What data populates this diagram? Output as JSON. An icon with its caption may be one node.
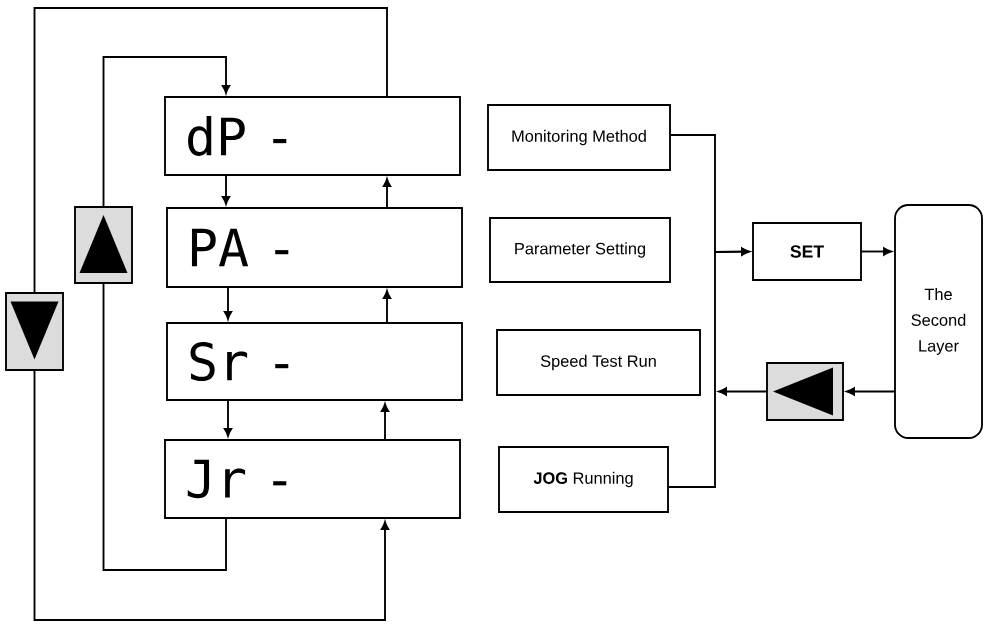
{
  "diagram": {
    "nodes": [
      {
        "text": [
          "dP -"
        ]
      },
      {
        "text": [
          "PA -"
        ]
      },
      {
        "text": [
          "Sr -"
        ]
      },
      {
        "text": [
          "Jr -"
        ]
      },
      {
        "text": [
          "Monitoring Method"
        ]
      },
      {
        "text": [
          "Parameter Setting"
        ]
      },
      {
        "text": [
          "Speed Test Run"
        ]
      },
      {
        "text": [
          "**JOG** Running"
        ]
      },
      {
        "text": [
          "SET"
        ]
      },
      {
        "text": [
          "The Second Layer"
        ]
      },
      {
        "text": [],
        "shape": "box"
      },
      {
        "text": [],
        "shape": "box"
      },
      {
        "text": [],
        "shape": "box"
      }
    ],
    "edges": [
      {
        "from": 0,
        "to": 1,
        "arrow": "to"
      },
      {
        "from": 1,
        "to": 2,
        "arrow": "to"
      },
      {
        "from": 2,
        "to": 3,
        "arrow": "to"
      },
      {
        "from": 1,
        "to": 0,
        "arrow": "to"
      },
      {
        "from": 2,
        "to": 1,
        "arrow": "to"
      },
      {
        "from": 3,
        "to": 2,
        "arrow": "to"
      },
      {
        "from": 3,
        "to": 10,
        "arrow": "none"
      },
      {
        "from": 10,
        "to": 0,
        "arrow": "to"
      },
      {
        "from": 0,
        "to": 11,
        "arrow": "none"
      },
      {
        "from": 11,
        "to": 3,
        "arrow": "to"
      },
      {
        "from": 4,
        "to": 8,
        "arrow": "to"
      },
      {
        "from": 7,
        "to": 8,
        "arrow": "to"
      },
      {
        "from": 8,
        "to": 9,
        "arrow": "to"
      },
      {
        "from": 9,
        "to": 12,
        "arrow": "to"
      },
      {
        "from": 12,
        "to": null,
        "arrow": "to"
      }
    ]
  }
}
